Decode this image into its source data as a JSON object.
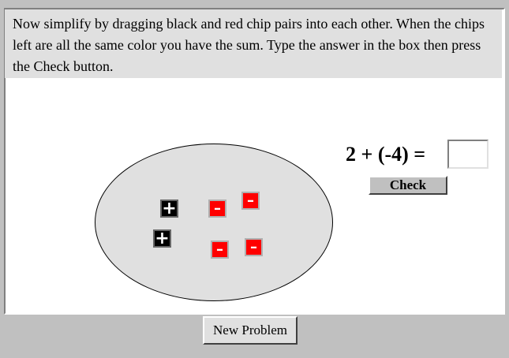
{
  "instructions": {
    "text": "Now simplify by dragging black and red chip pairs into each other. When the chips left are all the same color you have the sum. Type the answer in the box then press the Check button."
  },
  "problem": {
    "equation": "2 + (-4) =",
    "answer_value": ""
  },
  "chips": {
    "positive_symbol": "+",
    "negative_symbol": "–",
    "positive_count": 2,
    "negative_count": 4,
    "positive_color": "#000000",
    "negative_color": "#ff0000"
  },
  "buttons": {
    "check_label": "Check",
    "new_problem_label": "New Problem"
  },
  "colors": {
    "background": "#c0c0c0",
    "instructions_bg": "#e0e0e0",
    "oval_fill": "#e0e0e0"
  }
}
